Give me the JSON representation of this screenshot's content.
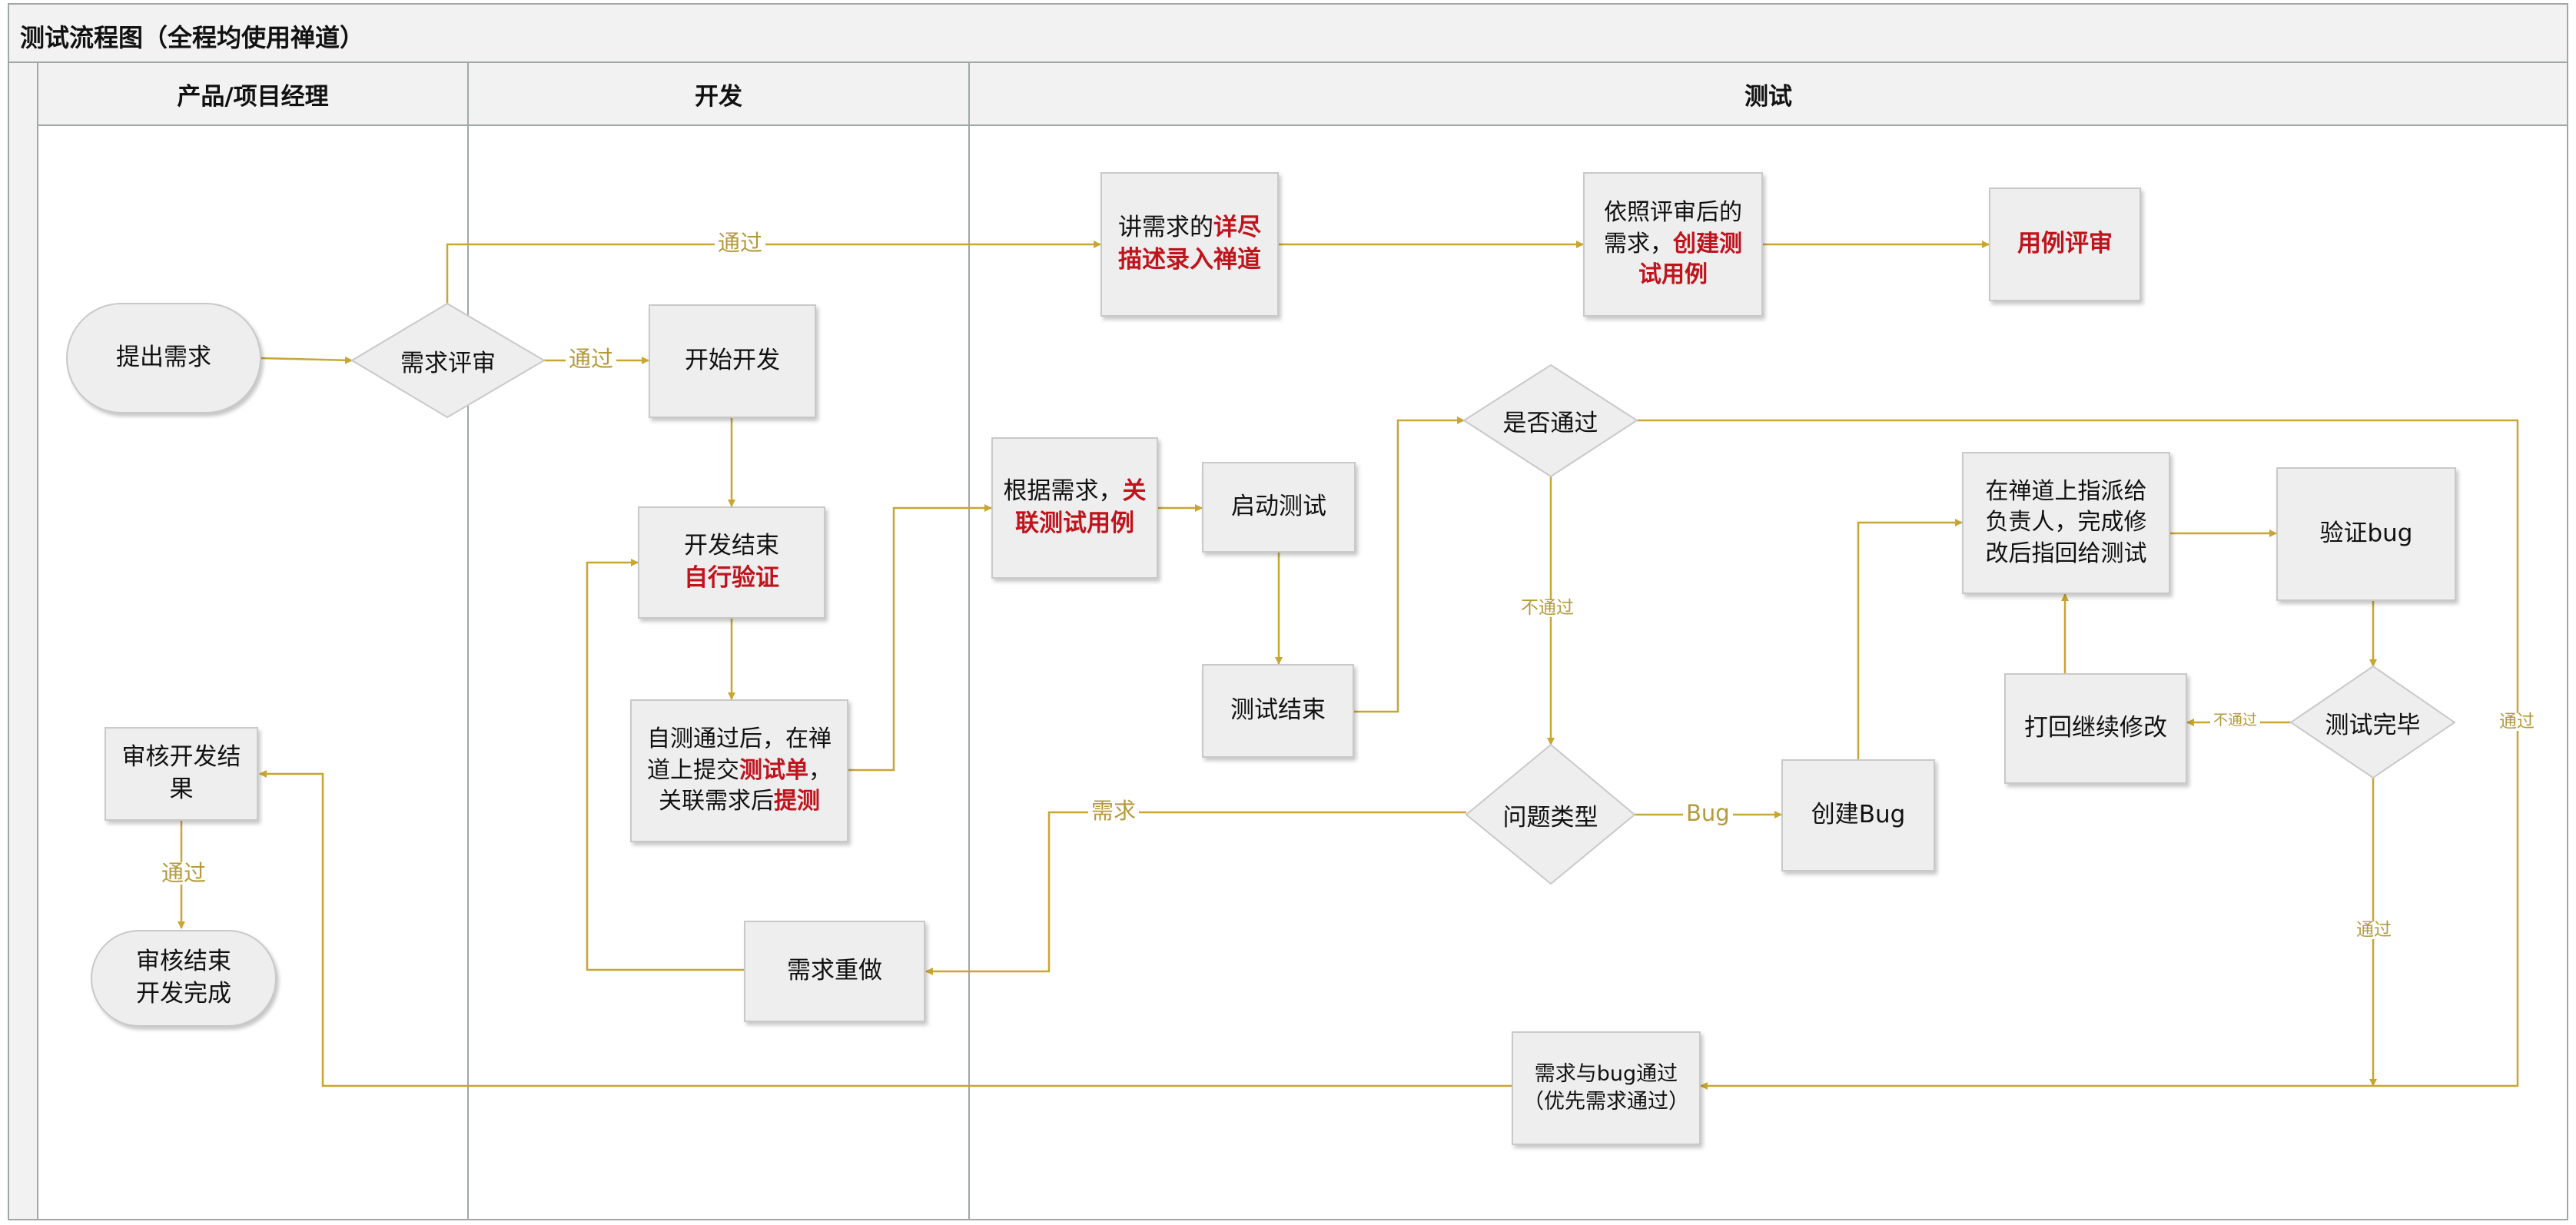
{
  "title": "测试流程图（全程均使用禅道）",
  "lanes": {
    "pm": "产品/项目经理",
    "dev": "开发",
    "test": "测试"
  },
  "nodes": {
    "submit": "提出需求",
    "review": "需求评审",
    "start_dev": "开始开发",
    "dev_end_1": "开发结束",
    "dev_end_2": "自行验证",
    "self_test_1": "自测通过后，在禅",
    "self_test_2": "道上提交",
    "self_test_3": "测试单",
    "self_test_4": "，",
    "self_test_5": "关联需求后",
    "self_test_6": "提测",
    "redo": "需求重做",
    "record_1": "讲需求的",
    "record_2": "详尽",
    "record_3": "描述录入禅道",
    "create_case_1": "依照评审后的",
    "create_case_2": "需求，",
    "create_case_3": "创建测",
    "create_case_4": "试用例",
    "case_review": "用例评审",
    "link_case_1": "根据需求，",
    "link_case_2": "关",
    "link_case_3": "联测试用例",
    "start_test": "启动测试",
    "test_end": "测试结束",
    "passed": "是否通过",
    "issue_type": "问题类型",
    "create_bug": "创建Bug",
    "assign_1": "在禅道上指派给",
    "assign_2": "负责人，完成修",
    "assign_3": "改后指回给测试",
    "verify_bug": "验证bug",
    "test_done": "测试完毕",
    "return_fix": "打回继续修改",
    "audit_1": "审核开发结",
    "audit_2": "果",
    "audit_end_1": "审核结束",
    "audit_end_2": "开发完成",
    "final_1": "需求与bug通过",
    "final_2": "（优先需求通过）"
  },
  "edge_labels": {
    "pass_top": "通过",
    "pass_dev": "通过",
    "fail": "不通过",
    "demand": "需求",
    "bug": "Bug",
    "fail_small": "不通过",
    "pass_right": "通过",
    "pass_down": "通过",
    "pass_audit": "通过"
  },
  "colors": {
    "connector": "#c9a632",
    "highlight": "#c0141d",
    "node_fill": "#eeeeee",
    "lane_border": "#9fa9a3"
  }
}
